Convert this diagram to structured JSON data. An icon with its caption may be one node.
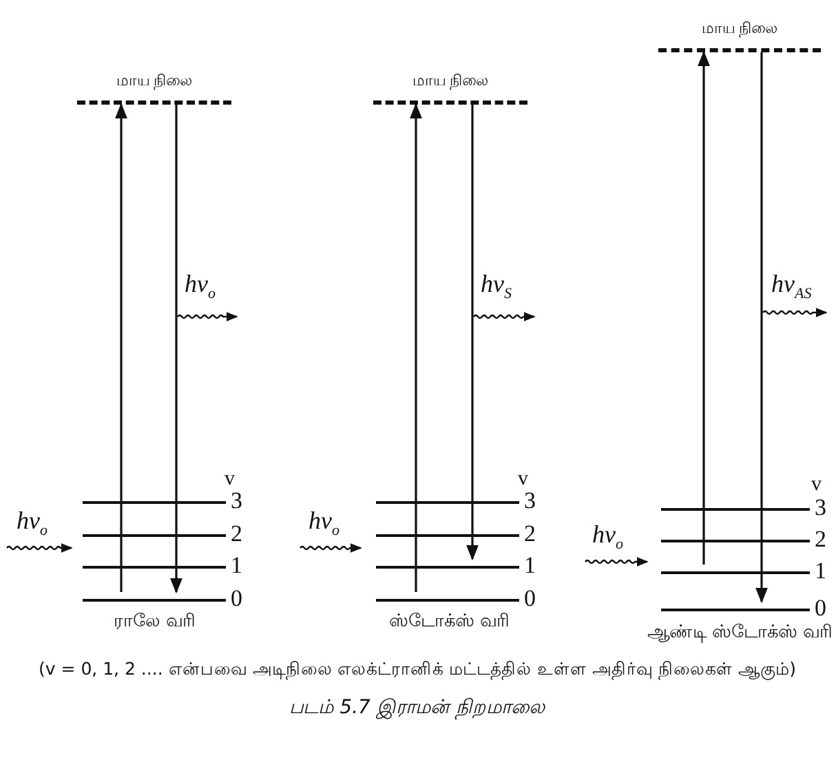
{
  "diagram": {
    "caption": "படம் 5.7 இராமன் நிறமாலை",
    "nodes": [
      {
        "text": [
          "மாய நிலை"
        ]
      },
      {
        "text": [
          "மாய நிலை"
        ]
      },
      {
        "text": [
          "மாய நிலை"
        ]
      },
      {
        "text": [
          "3"
        ]
      },
      {
        "text": [
          "2"
        ]
      },
      {
        "text": [
          "1"
        ]
      },
      {
        "text": [
          "0"
        ]
      },
      {
        "text": [
          "3"
        ]
      },
      {
        "text": [
          "2"
        ]
      },
      {
        "text": [
          "1"
        ]
      },
      {
        "text": [
          "0"
        ]
      },
      {
        "text": [
          "3"
        ]
      },
      {
        "text": [
          "2"
        ]
      },
      {
        "text": [
          "1"
        ]
      },
      {
        "text": [
          "0"
        ]
      }
    ],
    "edges": [
      {
        "from": 6,
        "to": 0,
        "arrow": "to"
      },
      {
        "from": 0,
        "to": 6,
        "arrow": "to"
      },
      {
        "from": 10,
        "to": 1,
        "arrow": "to"
      },
      {
        "from": 1,
        "to": 9,
        "arrow": "to"
      },
      {
        "from": 13,
        "to": 2,
        "arrow": "to"
      },
      {
        "from": 2,
        "to": 14,
        "arrow": "to"
      }
    ],
    "labels": [
      "hν$_{o}$",
      "hν$_{S}$",
      "hν$_{AS}$",
      "v",
      "v",
      "v",
      "hν$_{o}$",
      "hν$_{o}$",
      "hν$_{o}$",
      "ராலே வரி",
      "ஸ்டோக்ஸ் வரி",
      "ஆண்டி ஸ்டோக்ஸ் வரி",
      "(v = 0, 1, 2 .... என்பவை அடிநிலை எலக்ட்ரானிக் மட்டத்தில் உள்ள அதிர்வு நிலைகள் ஆகும்)"
    ]
  }
}
